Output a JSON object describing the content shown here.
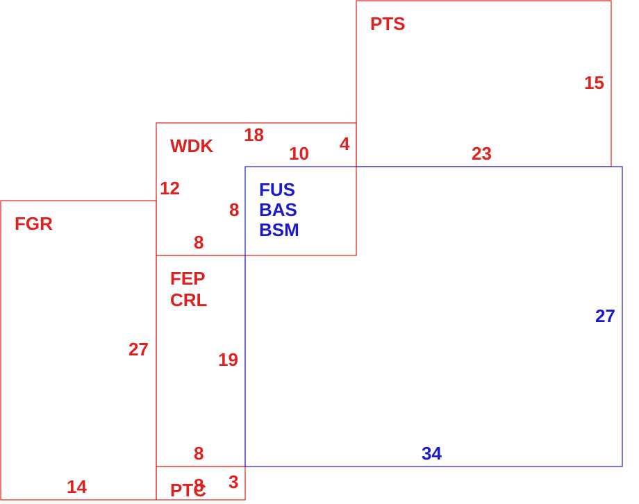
{
  "colors": {
    "red": "#e0201e",
    "blue": "#1a1acc"
  },
  "blocks": {
    "pts": {
      "name": "PTS",
      "color": "red",
      "dims": {
        "w": "23",
        "h": "15"
      }
    },
    "wdk": {
      "name": "WDK",
      "color": "red",
      "dims": {
        "top": "18",
        "inner_a": "10",
        "inner_b": "4",
        "left": "12",
        "right": "8",
        "bottom": "8"
      }
    },
    "fgr": {
      "name": "FGR",
      "color": "red",
      "dims": {
        "h": "27",
        "w": "14"
      }
    },
    "fep_crl": {
      "names": [
        "FEP",
        "CRL"
      ],
      "color": "red",
      "dims": {
        "h": "19",
        "w": "8"
      }
    },
    "fus": {
      "names": [
        "FUS",
        "BAS",
        "BSM"
      ],
      "color": "blue",
      "dims": {
        "h": "27",
        "w": "34"
      }
    },
    "ptc": {
      "name": "PTC",
      "color": "red",
      "dims": {
        "w": "8",
        "h": "3"
      }
    }
  }
}
